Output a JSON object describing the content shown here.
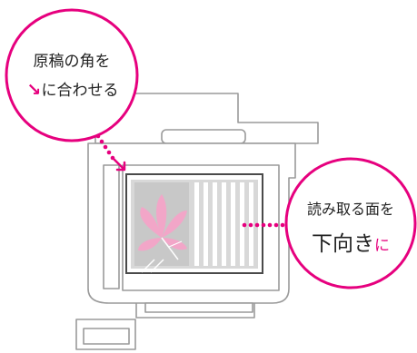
{
  "colors": {
    "accent": "#e6007e",
    "device_stroke": "#9a9a9a",
    "glass_frame": "#4a4a4a",
    "document_gray": "#c8c8c8",
    "flower_pink": "#f2a6c8"
  },
  "icons": {
    "corner_arrow": "arrow-down-right-icon",
    "document_image": "flower-icon"
  },
  "callouts": {
    "align_corner": {
      "line1": "原稿の角を",
      "line2_arrow": "↘",
      "line2_text": "に合わせる"
    },
    "face_down": {
      "line1": "読み取る面を",
      "line2_emphasis": "下向き",
      "line2_suffix": "に"
    }
  }
}
